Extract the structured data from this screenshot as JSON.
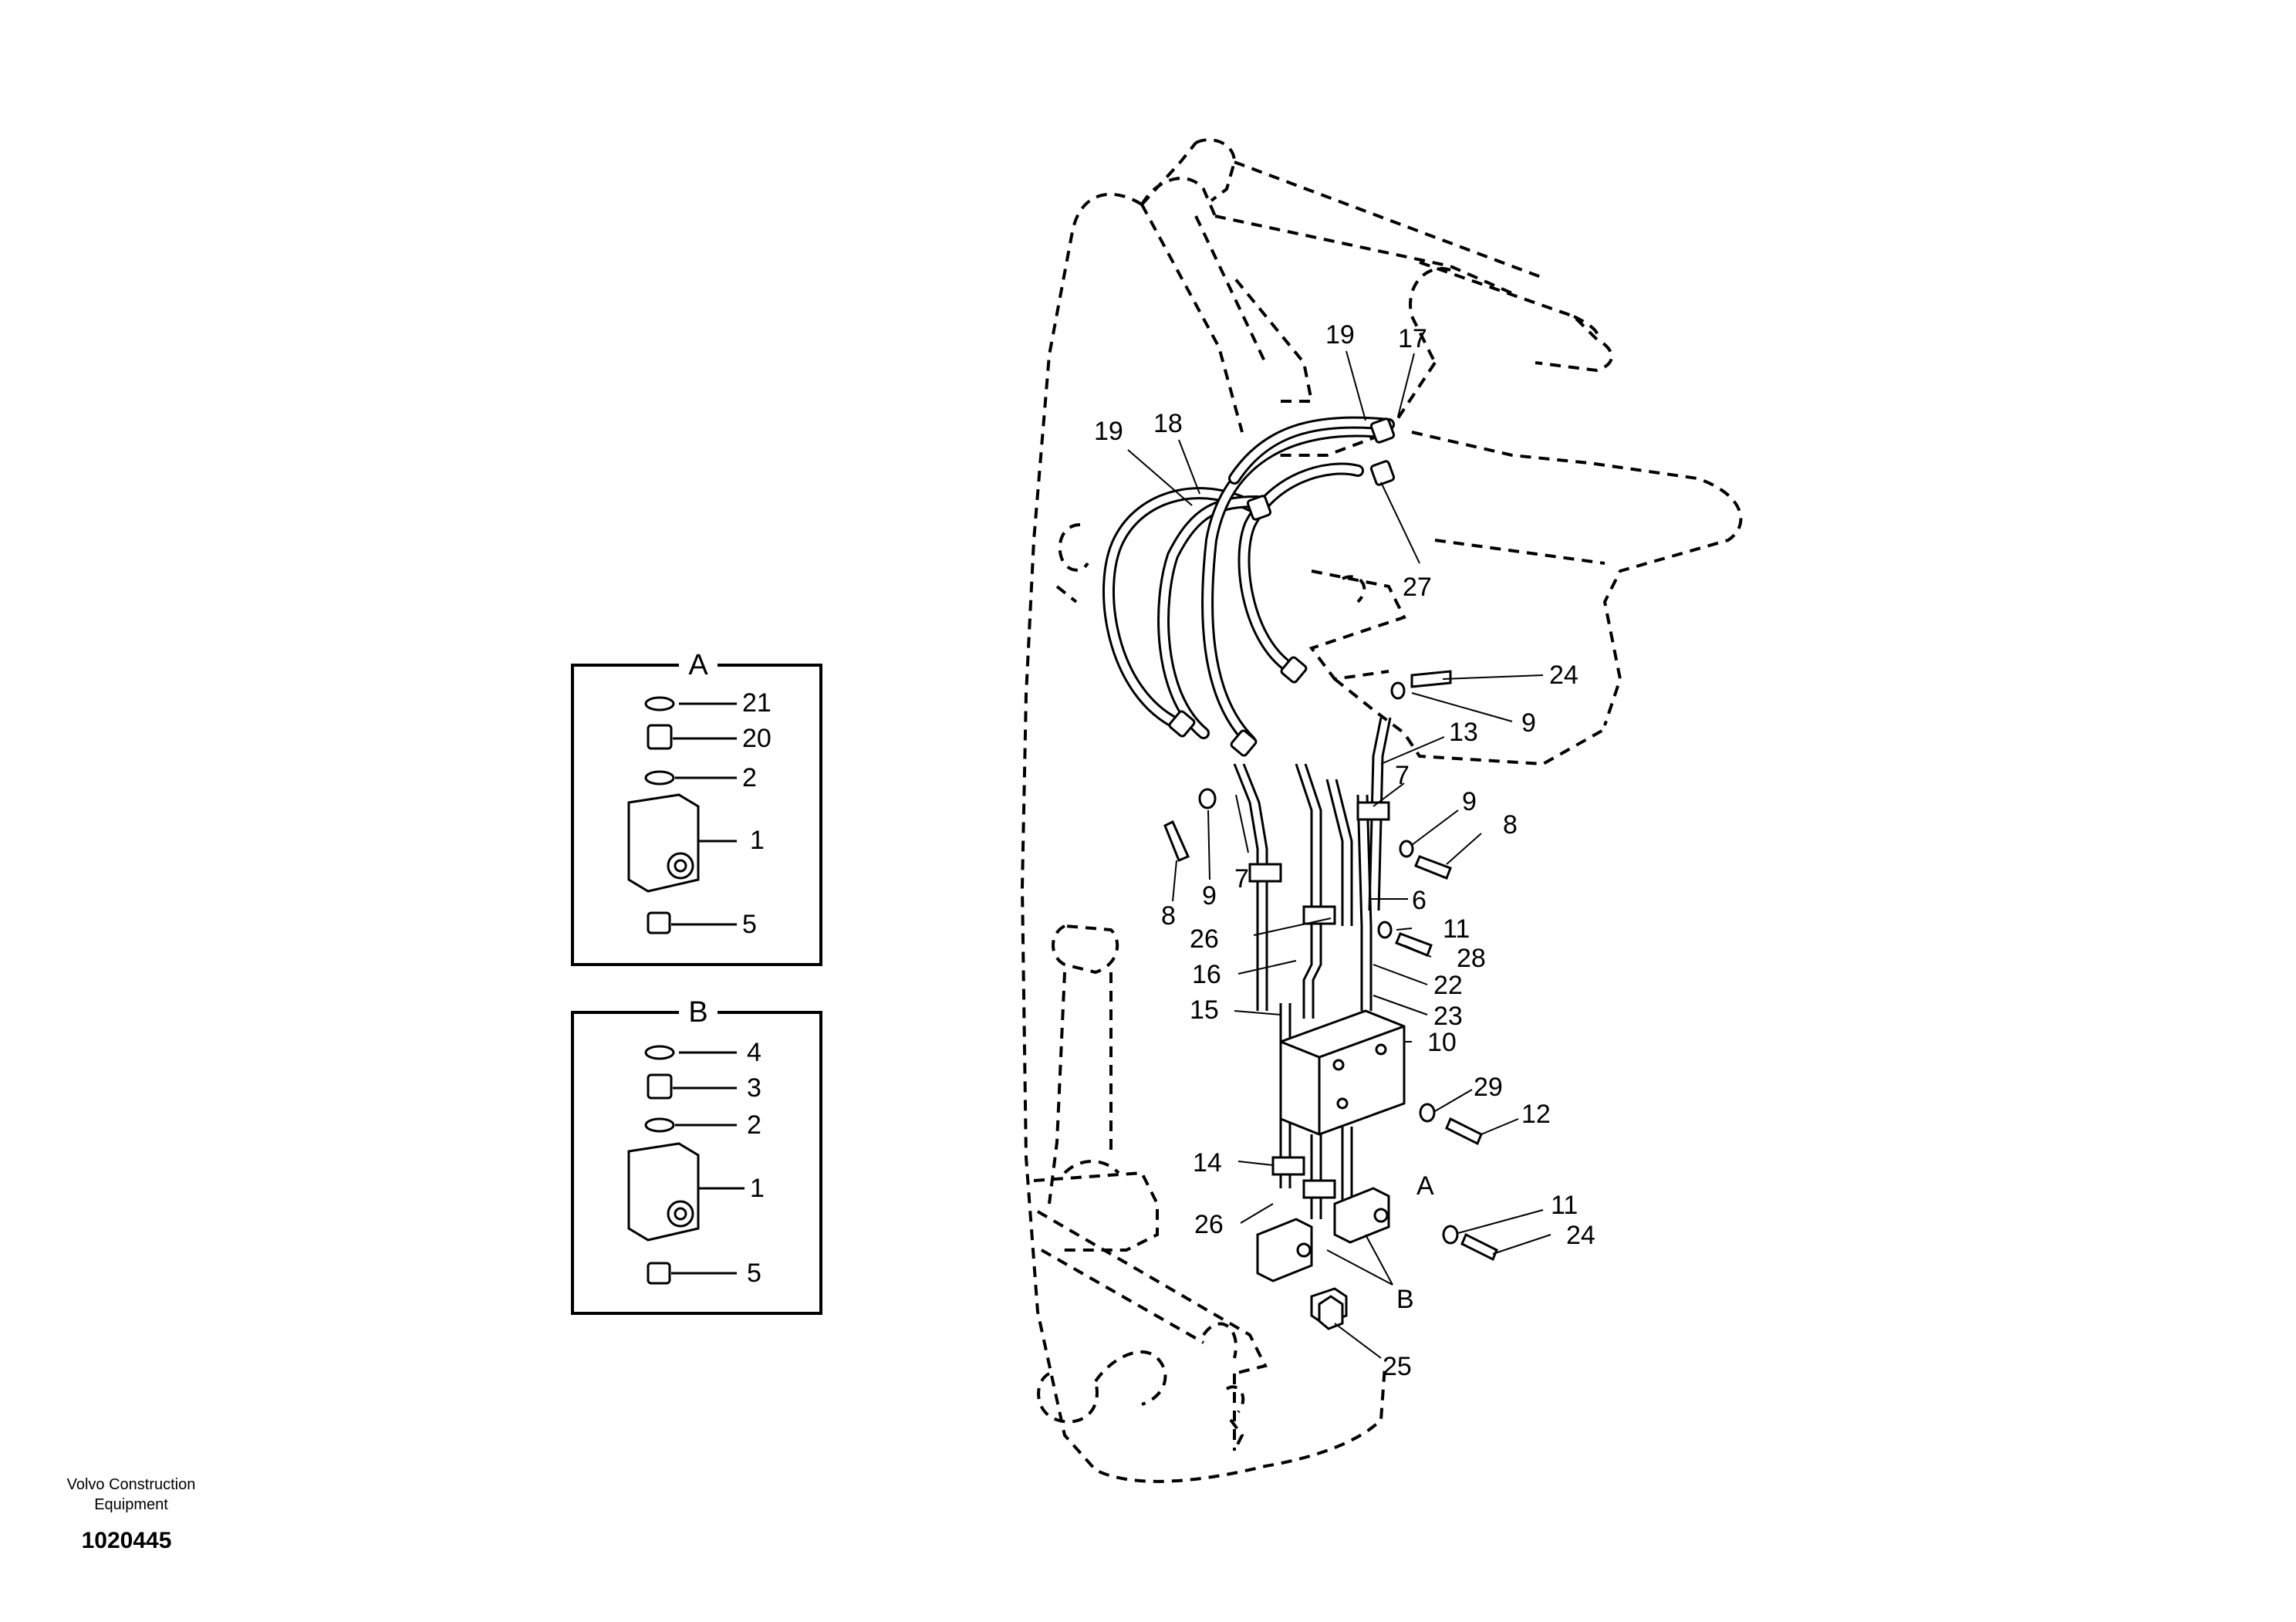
{
  "footer": {
    "company_line1": "Volvo Construction",
    "company_line2": "Equipment",
    "drawing_number": "1020445"
  },
  "detail_a": {
    "title": "A",
    "callouts": [
      "21",
      "20",
      "2",
      "1",
      "5"
    ]
  },
  "detail_b": {
    "title": "B",
    "callouts": [
      "4",
      "3",
      "2",
      "1",
      "5"
    ]
  },
  "main_callouts": [
    "19",
    "17",
    "19",
    "18",
    "27",
    "24",
    "9",
    "13",
    "7",
    "9",
    "8",
    "8",
    "9",
    "7",
    "6",
    "26",
    "11",
    "28",
    "16",
    "22",
    "15",
    "23",
    "10",
    "29",
    "12",
    "14",
    "A",
    "11",
    "26",
    "24",
    "B",
    "25"
  ]
}
